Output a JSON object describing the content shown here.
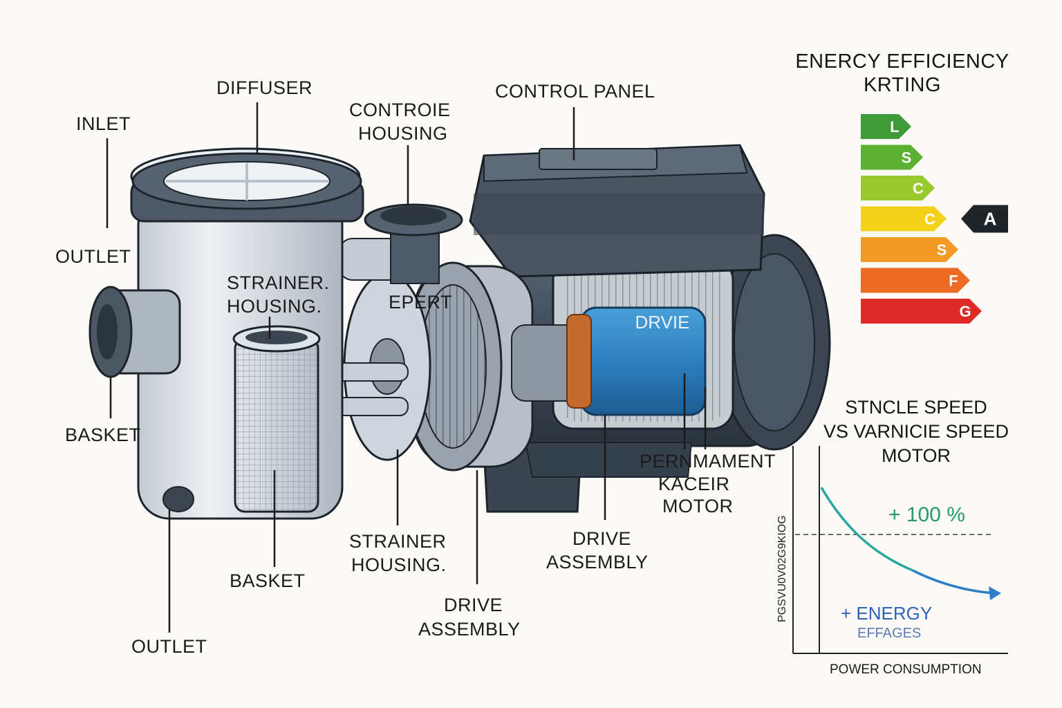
{
  "callouts": {
    "inlet": "INLET",
    "diffuser": "DIFFUSER",
    "controie_line1": "CONTROIE",
    "controie_line2": "HOUSING",
    "control_panel": "CONTROL PANEL",
    "outlet_left": "OUTLET",
    "strainer_upper_line1": "STRAINER.",
    "strainer_upper_line2": "HOUSING.",
    "epert": "EPERT",
    "basket_left": "BASKET",
    "basket_bottom": "BASKET",
    "outlet_bottom": "OUTLET",
    "strainer_lower_line1": "STRAINER",
    "strainer_lower_line2": "HOUSING.",
    "drive_lower_line1": "DRIVE",
    "drive_lower_line2": "ASSEMBLY",
    "drive_mid_line1": "DRIVE",
    "drive_mid_line2": "ASSEMBLY",
    "magnet_line1": "PERNMAMENT",
    "magnet_line2": "KACEIR",
    "magnet_line3": "MOTOR",
    "motor_drive": "DRVIE"
  },
  "energy_rating": {
    "title_line1": "ENERCY EFFICIENCY",
    "title_line2": "KRTING",
    "bands": [
      {
        "letter": "L",
        "color": "#3f9a3a"
      },
      {
        "letter": "S",
        "color": "#5cb032"
      },
      {
        "letter": "C",
        "color": "#9ac92f"
      },
      {
        "letter": "C",
        "color": "#f4d21c"
      },
      {
        "letter": "S",
        "color": "#f39a24"
      },
      {
        "letter": "F",
        "color": "#ec6a21"
      },
      {
        "letter": "G",
        "color": "#df2b28"
      }
    ],
    "selected": "A",
    "selected_band_index": 3
  },
  "speed_chart": {
    "title_line1": "STNCLE SPEED",
    "title_line2": "VS VARNICIE SPEED",
    "title_line3": "MOTOR",
    "ylabel": "PGSVU0V02G9KIOG",
    "xlabel": "POWER CONSUMPTION",
    "plus_label": "+ 100 %",
    "energy_line1": "+ ENERGY",
    "energy_line2": "EFFAGES",
    "curve_color": "#2aa6a0",
    "arrow_color": "#2f7fc8"
  },
  "colors": {
    "pump_body": "#d3d8df",
    "motor": "#3d4a58",
    "drive_blue": "#2f7fbf"
  }
}
